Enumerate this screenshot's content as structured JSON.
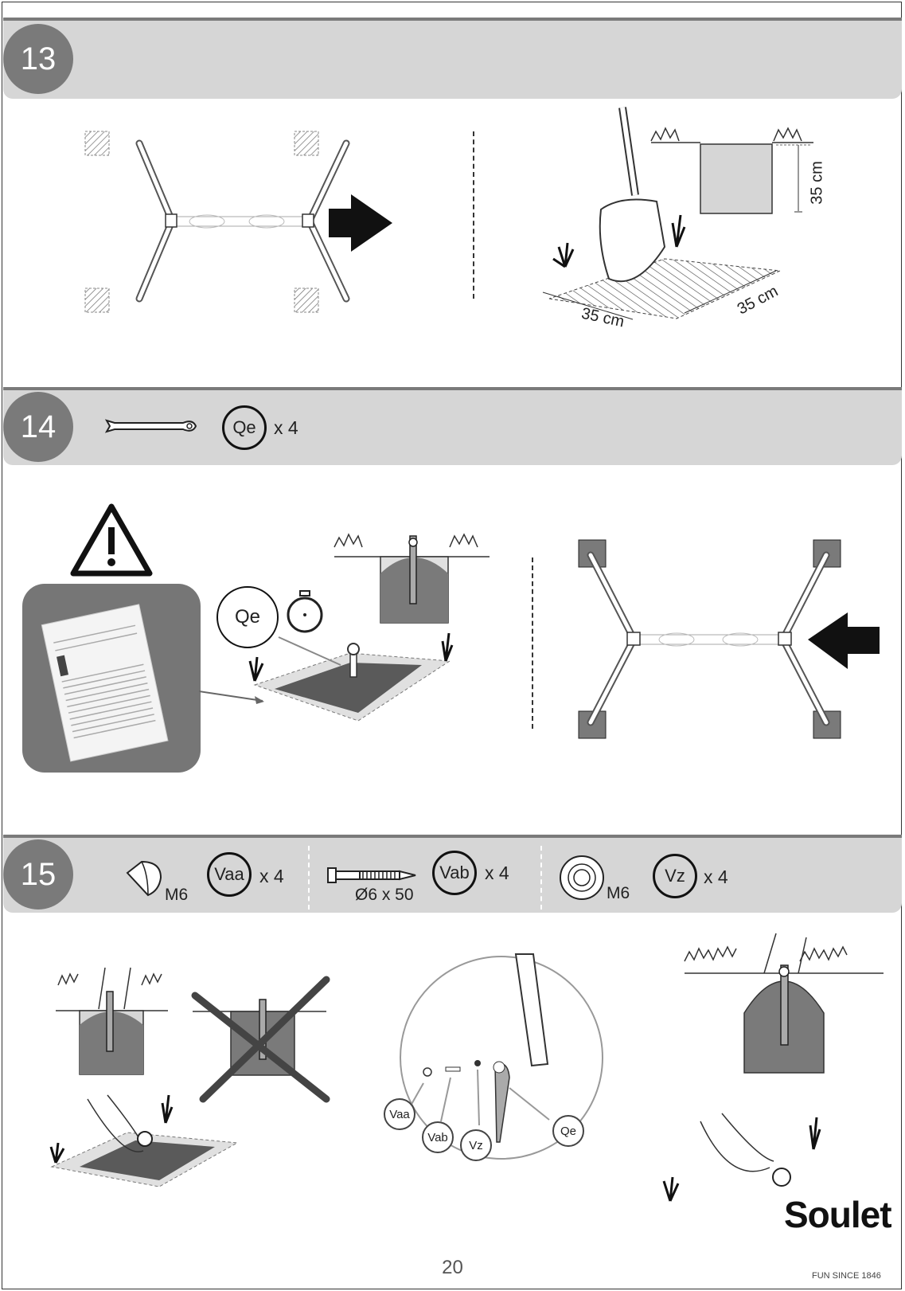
{
  "page_number": "20",
  "brand": {
    "name": "Soulet",
    "tagline": "FUN SINCE 1846"
  },
  "steps": [
    {
      "number": "13",
      "dimensions": {
        "width": "35 cm",
        "length": "35 cm",
        "depth": "35 cm"
      }
    },
    {
      "number": "14",
      "part_code": "Qe",
      "quantity": "x 4",
      "callout": "Qe"
    },
    {
      "number": "15",
      "parts": [
        {
          "code": "Vaa",
          "quantity": "x 4",
          "label": "M6"
        },
        {
          "code": "Vab",
          "quantity": "x 4",
          "label": "Ø6 x 50"
        },
        {
          "code": "Vz",
          "quantity": "x 4",
          "label": "M6"
        }
      ],
      "callouts": [
        "Vaa",
        "Vab",
        "Vz",
        "Qe"
      ]
    }
  ]
}
